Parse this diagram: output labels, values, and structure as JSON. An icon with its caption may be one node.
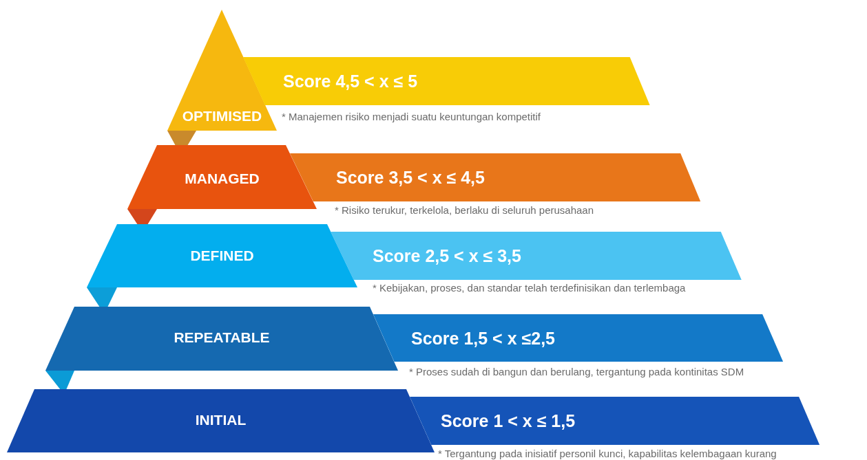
{
  "diagram": {
    "nodes": [
      {
        "text": [
          "OPTIMISED"
        ]
      },
      {
        "text": [
          "Score 4,5 < x ≤ 5"
        ],
        "beside": [
          "* Manajemen risiko menjadi suatu keuntungan kompetitif"
        ]
      },
      {
        "text": [
          "MANAGED"
        ]
      },
      {
        "text": [
          "Score 3,5 < x ≤ 4,5"
        ],
        "beside": [
          "* Risiko terukur, terkelola, berlaku di seluruh perusahaan"
        ]
      },
      {
        "text": [
          "DEFINED"
        ]
      },
      {
        "text": [
          "Score 2,5 < x ≤ 3,5"
        ],
        "beside": [
          "* Kebijakan, proses, dan standar telah terdefinisikan dan terlembaga"
        ]
      },
      {
        "text": [
          "REPEATABLE"
        ]
      },
      {
        "text": [
          "Score 1,5 < x ≤2,5"
        ],
        "beside": [
          "* Proses sudah di bangun dan berulang, tergantung pada kontinitas SDM"
        ]
      },
      {
        "text": [
          "INITIAL"
        ]
      },
      {
        "text": [
          "Score 1 < x ≤ 1,5"
        ],
        "beside": [
          "* Tergantung pada inisiatif personil kunci, kapabilitas kelembagaan kurang"
        ]
      }
    ]
  }
}
